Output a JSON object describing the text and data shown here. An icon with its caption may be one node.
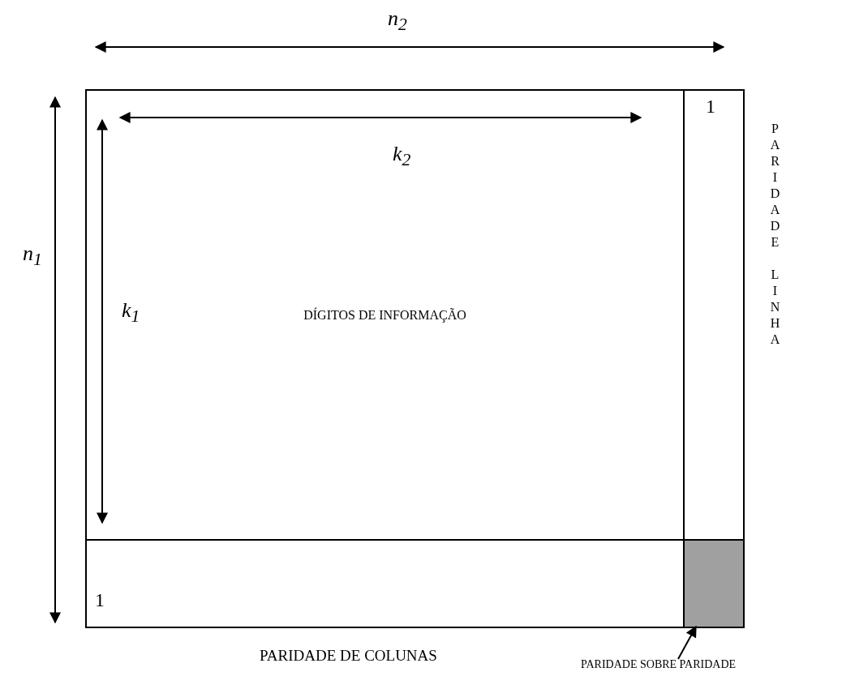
{
  "diagram": {
    "nodes": [
      {
        "text": [
          "DÍGITOS DE INFORMAÇÃO"
        ]
      },
      {
        "text": [
          "1"
        ],
        "beside": [
          "PARIDADE LINHA"
        ]
      },
      {
        "text": [
          "1"
        ],
        "beside": [
          "PARIDADE DE COLUNAS"
        ]
      },
      {
        "text": [],
        "shape": "box"
      },
      {
        "text": [
          "PARIDADE SOBRE PARIDADE"
        ]
      }
    ],
    "edges": [
      {
        "from": 4,
        "to": 3,
        "arrow": "to"
      }
    ],
    "labels": [
      "n$_{2}$",
      "n$_{1}$",
      "k$_{2}$",
      "k$_{1}$"
    ]
  }
}
